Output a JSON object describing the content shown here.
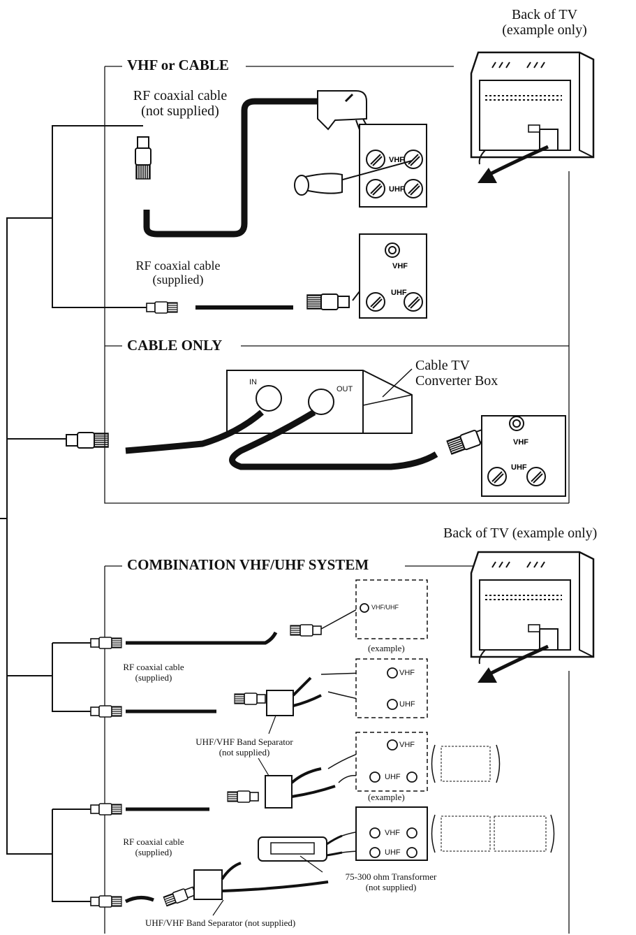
{
  "tv_back_top": {
    "line1": "Back of TV",
    "line2": "(example only)"
  },
  "tv_back_bottom": {
    "text": "Back of TV (example only)"
  },
  "sections": {
    "vhf_or_cable": "VHF or CABLE",
    "cable_only": "CABLE ONLY",
    "combination": "COMBINATION VHF/UHF SYSTEM"
  },
  "cables": {
    "rf_not_supplied": {
      "line1": "RF coaxial cable",
      "line2": "(not supplied)"
    },
    "rf_supplied": {
      "line1": "RF coaxial cable",
      "line2": "(supplied)"
    }
  },
  "converter": {
    "line1": "Cable TV",
    "line2": "Converter Box",
    "in": "IN",
    "out": "OUT"
  },
  "terminals": {
    "vhf": "VHF",
    "uhf": "UHF",
    "vhf_uhf": "VHF/UHF"
  },
  "example": "(example)",
  "separator": {
    "line1": "UHF/VHF Band Separator",
    "line2": "(not supplied)",
    "single_line": "UHF/VHF Band Separator (not supplied)"
  },
  "transformer": {
    "line1": "75-300 ohm Transformer",
    "line2": "(not supplied)"
  }
}
